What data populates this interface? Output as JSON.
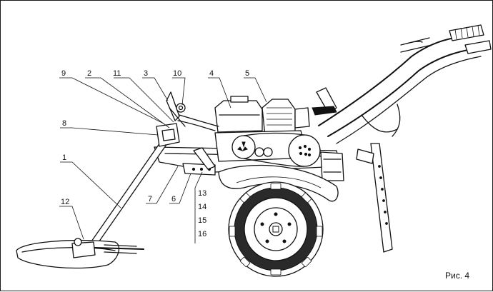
{
  "figure": {
    "caption": "Рис. 4"
  },
  "callouts": {
    "c1": "1",
    "c2": "2",
    "c3": "3",
    "c4": "4",
    "c5": "5",
    "c6": "6",
    "c7": "7",
    "c8": "8",
    "c9": "9",
    "c10": "10",
    "c11": "11",
    "c12": "12",
    "c13": "13",
    "c14": "14",
    "c15": "15",
    "c16": "16"
  }
}
